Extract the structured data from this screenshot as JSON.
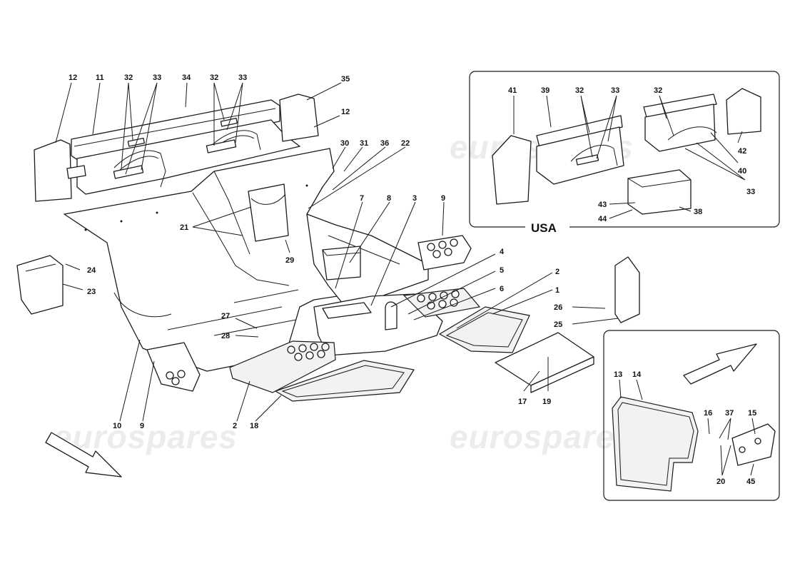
{
  "watermark": "eurospares",
  "inset_usa": {
    "caption": "USA"
  },
  "labels": [
    "12",
    "11",
    "32",
    "33",
    "34",
    "32",
    "33",
    "35",
    "12",
    "30",
    "31",
    "36",
    "22",
    "21",
    "29",
    "7",
    "8",
    "3",
    "9",
    "24",
    "23",
    "27",
    "28",
    "4",
    "5",
    "6",
    "2",
    "1",
    "10",
    "9",
    "2",
    "18",
    "17",
    "19",
    "26",
    "25",
    "41",
    "39",
    "32",
    "33",
    "32",
    "42",
    "40",
    "33",
    "43",
    "44",
    "38",
    "13",
    "14",
    "16",
    "37",
    "15",
    "20",
    "45"
  ]
}
